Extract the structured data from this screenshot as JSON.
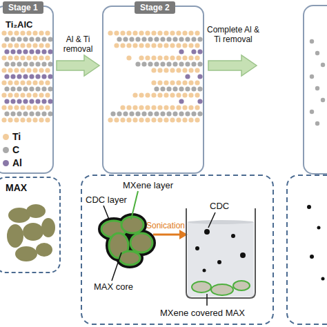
{
  "diagram": {
    "nodes": [
      {
        "text": [
          "Stage 1",
          "Ti₂AlC"
        ]
      },
      {
        "text": [
          "Stage 2"
        ]
      },
      {
        "text": [
          "MAX"
        ]
      }
    ],
    "edges": [
      {
        "from": 0,
        "to": 1,
        "arrow": "to",
        "label": "Al & Ti removal"
      }
    ],
    "labels": [
      "Complete Al & Ti removal",
      "CDC layer",
      "MXene layer",
      "Sonication",
      "CDC",
      "MAX core",
      "MXene covered MAX"
    ],
    "legend": [
      {
        "text": "Ti",
        "color": "#f2cc9c"
      },
      {
        "text": "C",
        "color": "#a9a9a9"
      },
      {
        "text": "Al",
        "color": "#8a78a8"
      }
    ]
  }
}
